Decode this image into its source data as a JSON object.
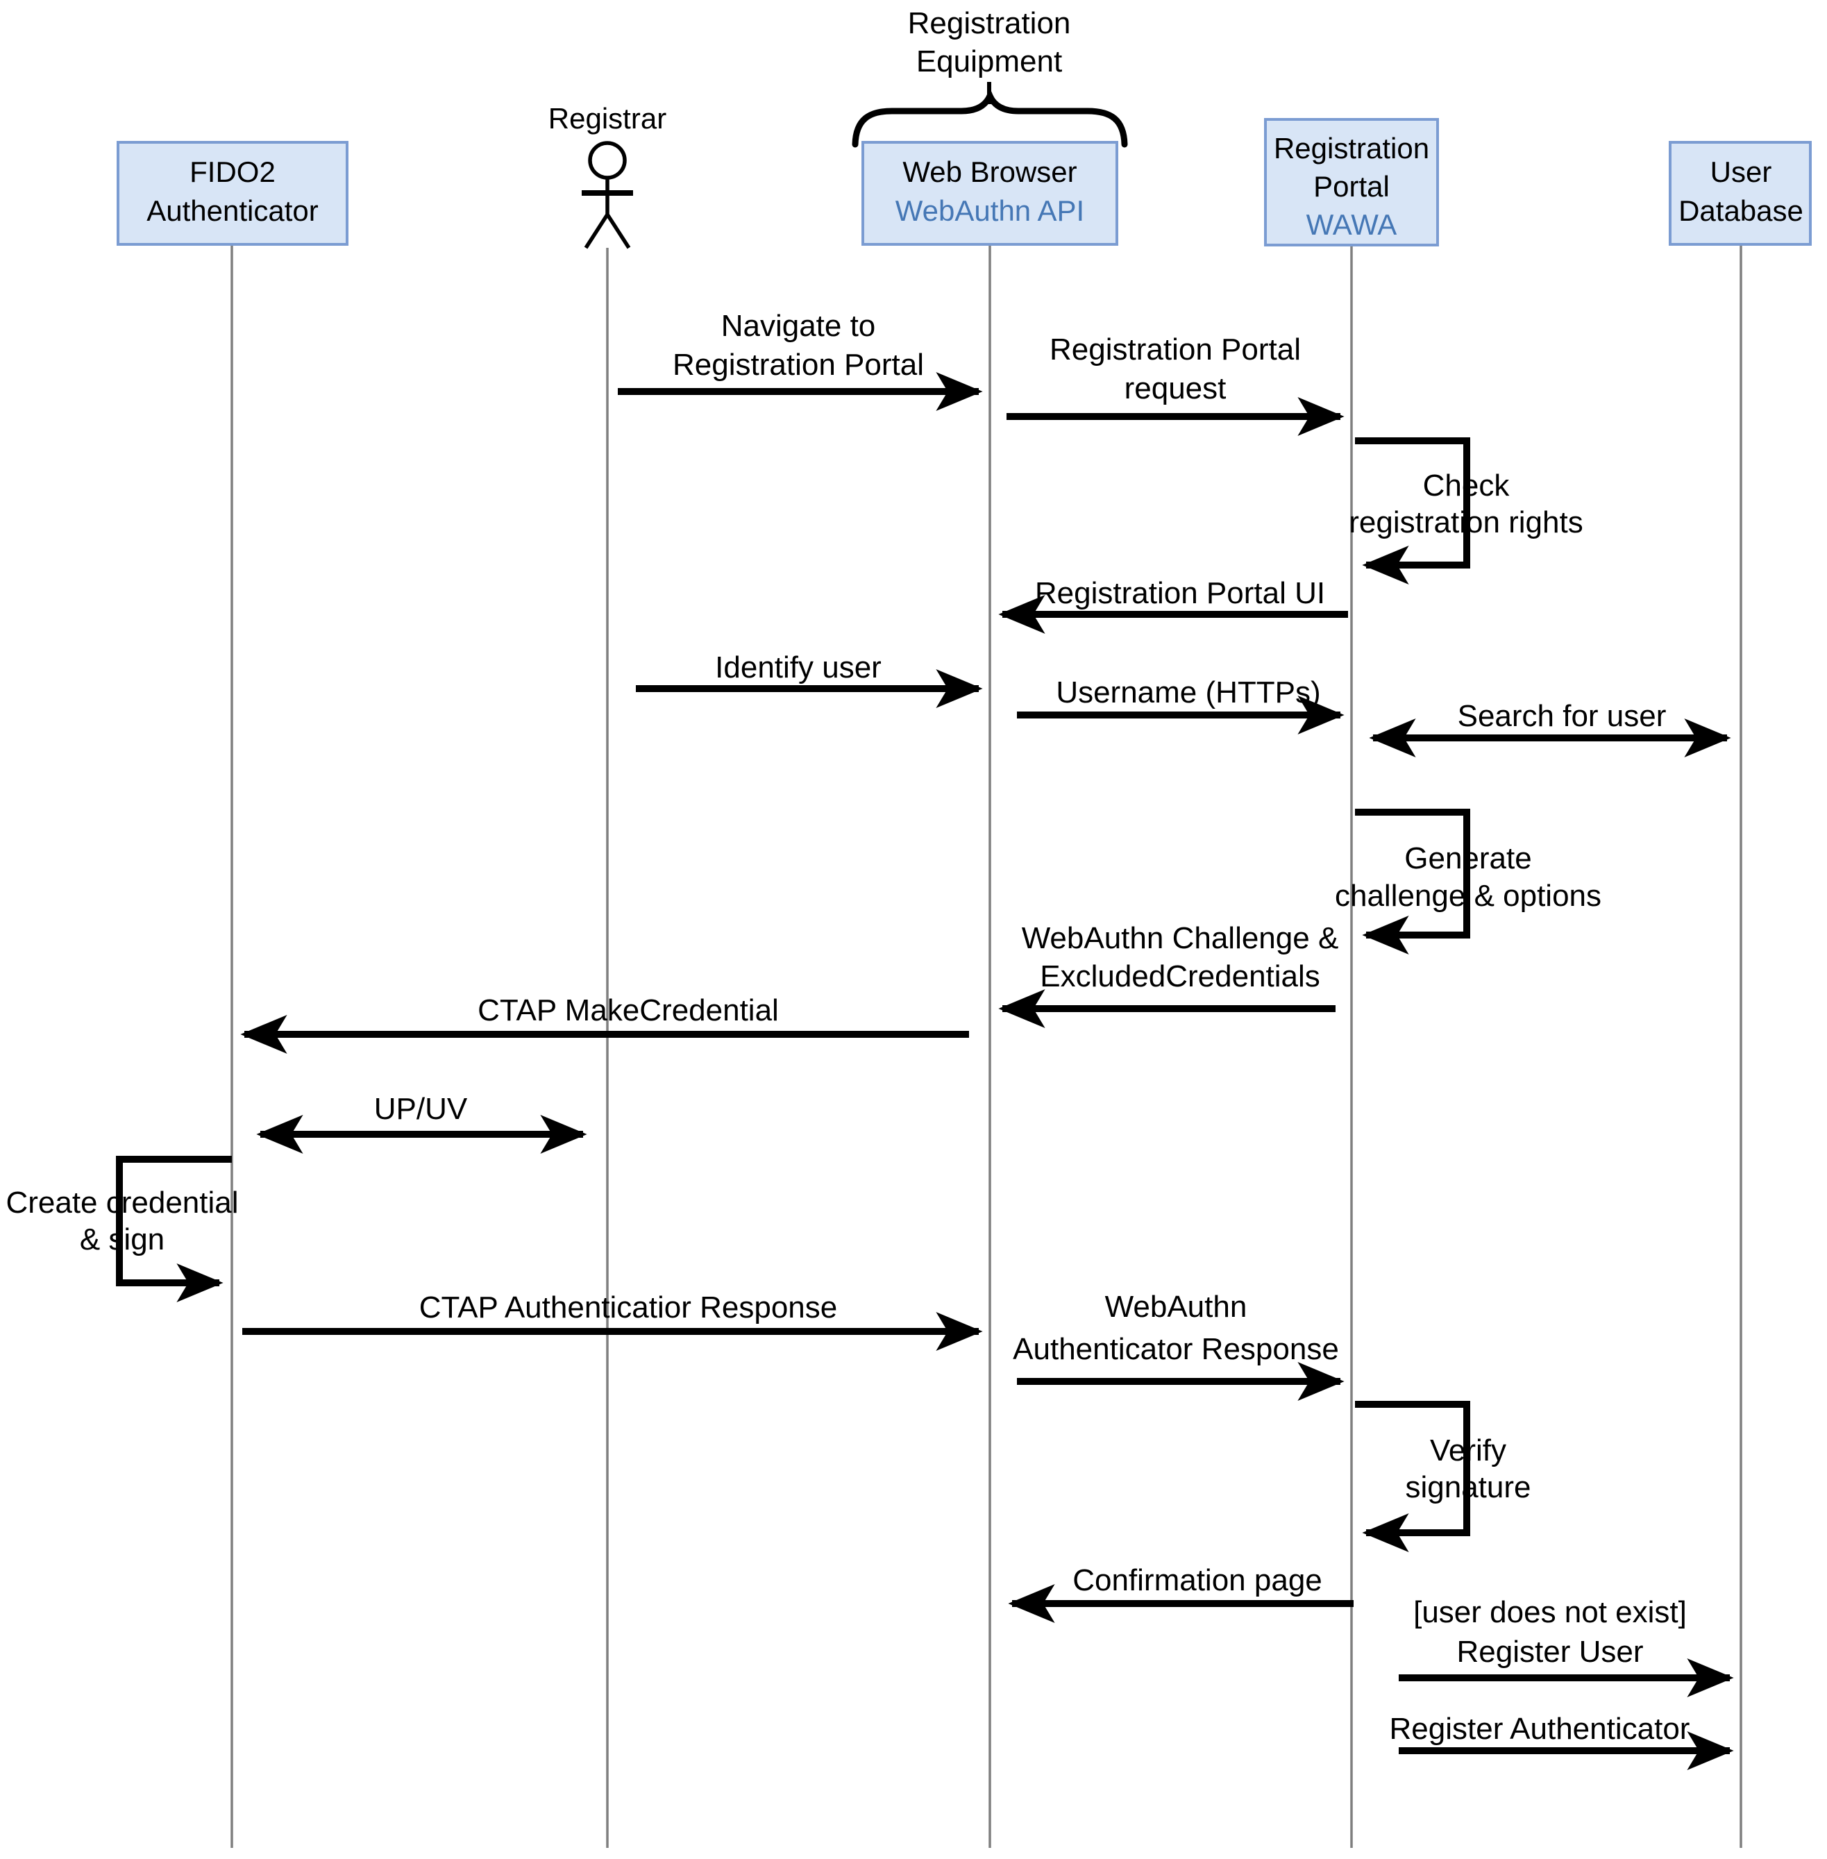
{
  "diagram_title": "FIDO2 WebAuthn registration sequence diagram",
  "equipment_note": {
    "line1": "Registration",
    "line2": "Equipment"
  },
  "actors": {
    "fido2": {
      "line1": "FIDO2",
      "line2": "Authenticator"
    },
    "registrar": {
      "label": "Registrar"
    },
    "web_browser": {
      "line1": "Web Browser",
      "line2": "WebAuthn API"
    },
    "registration_portal": {
      "line1": "Registration",
      "line2": "Portal",
      "line3": "WAWA"
    },
    "user_database": {
      "line1": "User",
      "line2": "Database"
    }
  },
  "messages": {
    "navigate": {
      "line1": "Navigate to",
      "line2": "Registration Portal"
    },
    "portal_request": {
      "line1": "Registration Portal",
      "line2": "request"
    },
    "check_rights": {
      "line1": "Check",
      "line2": "registration rights"
    },
    "portal_ui": {
      "label": "Registration Portal UI"
    },
    "identify_user": {
      "label": "Identify user"
    },
    "username": {
      "label": "Username (HTTPs)"
    },
    "search_user": {
      "label": "Search for user"
    },
    "generate_challenge": {
      "line1": "Generate",
      "line2": "challenge & options"
    },
    "webauthn_challenge": {
      "line1": "WebAuthn Challenge &",
      "line2": "ExcludedCredentials"
    },
    "ctap_makecredential": {
      "label": "CTAP MakeCredential"
    },
    "up_uv": {
      "label": "UP/UV"
    },
    "create_credential": {
      "line1": "Create credential",
      "line2": "& sign"
    },
    "ctap_response": {
      "label": "CTAP Authenticatior Response"
    },
    "webauthn_response": {
      "line1": "WebAuthn",
      "line2": "Authenticator Response"
    },
    "verify_signature": {
      "line1": "Verify",
      "line2": "signature"
    },
    "confirmation_page": {
      "label": "Confirmation page"
    },
    "register_user": {
      "line1": "[user does not exist]",
      "line2": "Register User"
    },
    "register_authenticator": {
      "label": "Register Authenticator"
    }
  },
  "colors": {
    "box-fill": "#d8e5f6",
    "box-stroke": "#7b9cd2",
    "subtitle-blue": "#4577b5",
    "line-gray": "#7f7f7f",
    "ink": "#000000",
    "bg": "#ffffff"
  }
}
